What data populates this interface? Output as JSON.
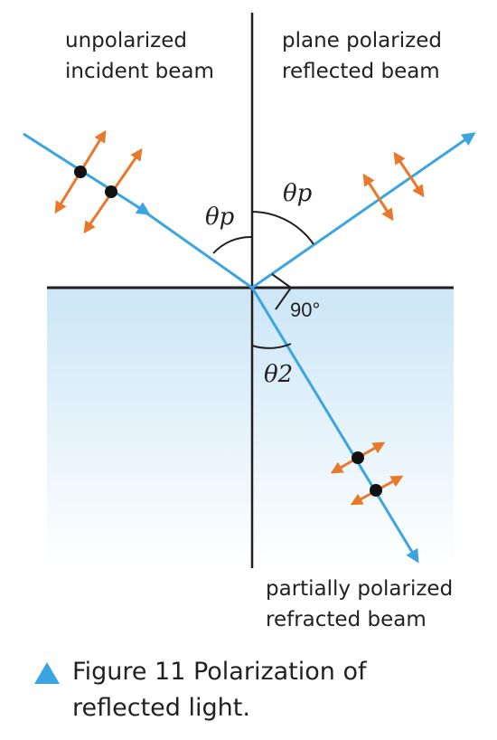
{
  "labels": {
    "incident": [
      "unpolarized",
      "incident beam"
    ],
    "reflected": [
      "plane polarized",
      "reflected beam"
    ],
    "refracted": [
      "partially polarized",
      "refracted beam"
    ],
    "theta_p_left": "θp",
    "theta_p_right": "θp",
    "theta_2": "θ2",
    "right_angle": "90°"
  },
  "caption": {
    "text": "Figure 11 Polarization of reflected light."
  },
  "colors": {
    "beam": "#3aa5e0",
    "polarization_arrow": "#e9782a",
    "line": "#231f20",
    "water_top": "#cbe6f6",
    "water_bottom": "#ffffff"
  }
}
